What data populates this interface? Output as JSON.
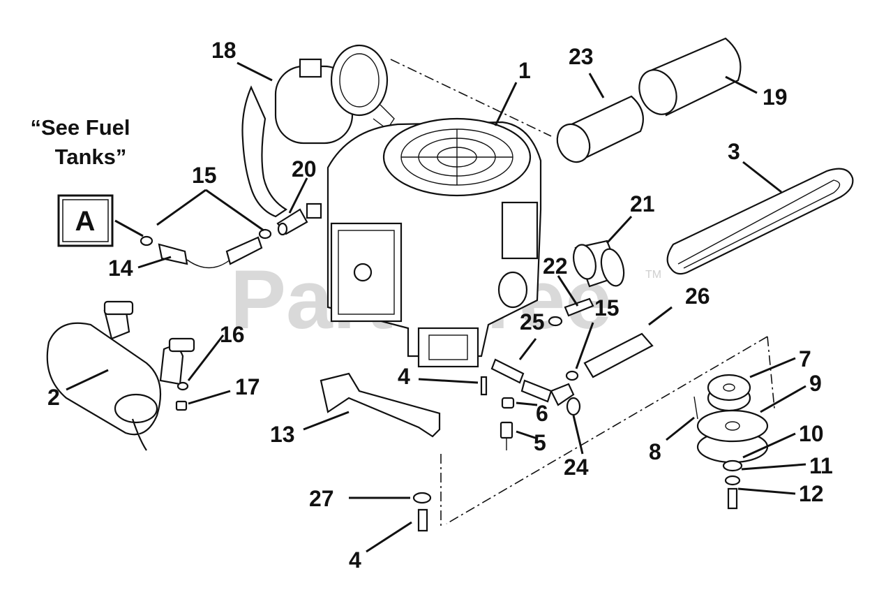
{
  "note": {
    "line1": "“See Fuel",
    "line2": "Tanks”"
  },
  "ref_box": {
    "letter": "A"
  },
  "watermark": {
    "text": "PartsTree",
    "tm": "TM"
  },
  "callouts": {
    "c1": "1",
    "c2": "2",
    "c3": "3",
    "c4a": "4",
    "c4b": "4",
    "c5": "5",
    "c6": "6",
    "c7": "7",
    "c8": "8",
    "c9": "9",
    "c10": "10",
    "c11": "11",
    "c12": "12",
    "c13": "13",
    "c14": "14",
    "c15a": "15",
    "c15b": "15",
    "c16": "16",
    "c17": "17",
    "c18": "18",
    "c19": "19",
    "c20": "20",
    "c21": "21",
    "c22": "22",
    "c23": "23",
    "c24": "24",
    "c25": "25",
    "c26": "26",
    "c27": "27"
  }
}
